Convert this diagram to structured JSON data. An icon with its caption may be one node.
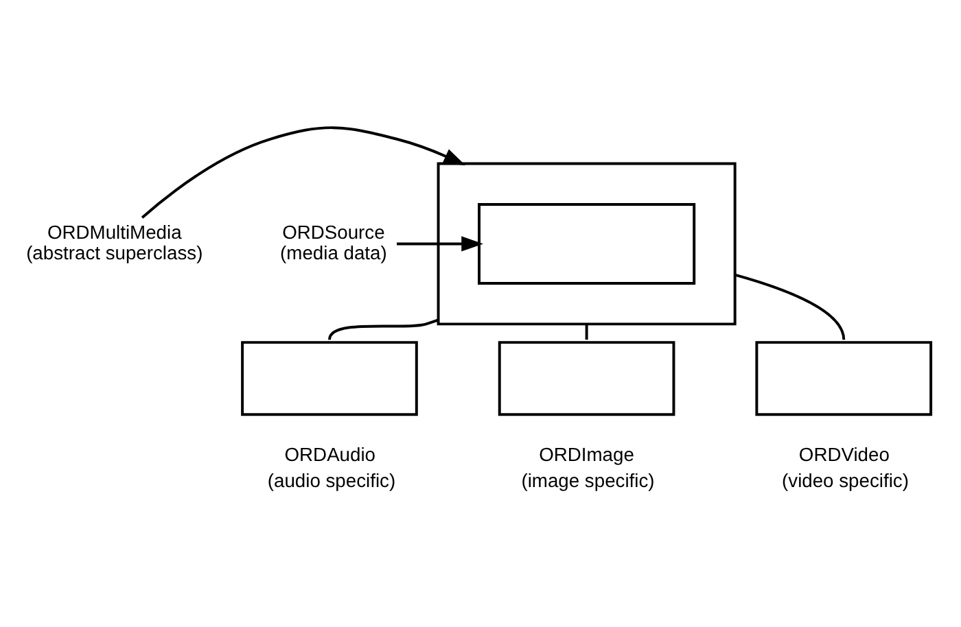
{
  "diagram": {
    "nodes": [
      {
        "text": [
          "ORDMultiMedia",
          "(abstract superclass)"
        ]
      },
      {
        "text": [],
        "shape": "box"
      },
      {
        "text": [
          "ORDSource",
          "(media data)"
        ]
      },
      {
        "text": [],
        "shape": "box",
        "in": 1
      },
      {
        "text": [],
        "shape": "box",
        "beside": [
          "ORDAudio",
          "(audio specific)"
        ]
      },
      {
        "text": [],
        "shape": "box",
        "beside": [
          "ORDImage",
          "(image specific)"
        ]
      },
      {
        "text": [],
        "shape": "box",
        "beside": [
          "ORDVideo",
          "(video specific)"
        ]
      }
    ],
    "edges": [
      {
        "from": 0,
        "to": 1,
        "arrow": "to"
      },
      {
        "from": 2,
        "to": 3,
        "arrow": "to"
      },
      {
        "from": 1,
        "to": 4,
        "arrow": "none"
      },
      {
        "from": 1,
        "to": 5,
        "arrow": "none"
      },
      {
        "from": 1,
        "to": 6,
        "arrow": "none"
      }
    ]
  }
}
